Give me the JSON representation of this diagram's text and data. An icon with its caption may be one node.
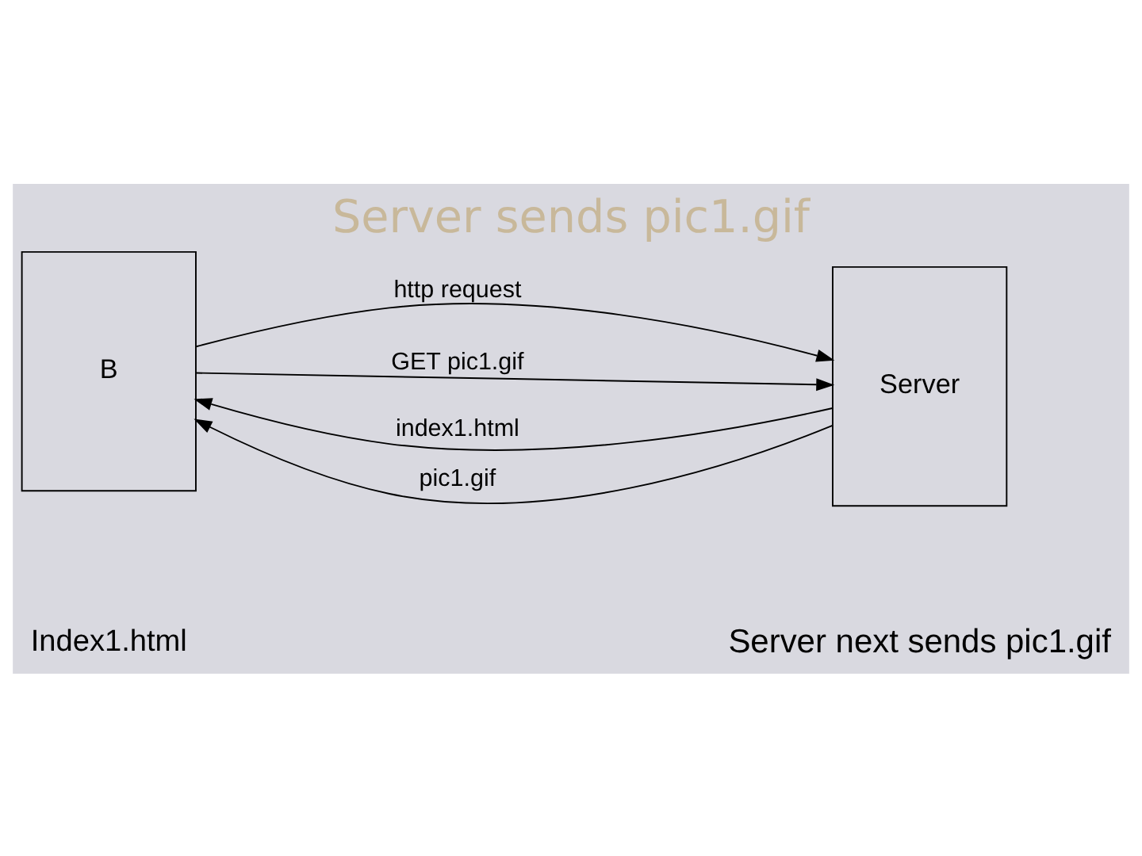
{
  "diagram": {
    "title": "Server sends pic1.gif",
    "nodes": [
      {
        "text": [
          "B"
        ]
      },
      {
        "text": [
          "Server"
        ]
      }
    ],
    "edges": [
      {
        "from": 0,
        "to": 1,
        "arrow": "to",
        "label": "http request"
      },
      {
        "from": 1,
        "to": 0,
        "arrow": "to",
        "label": "index1.html"
      },
      {
        "from": 0,
        "to": 1,
        "arrow": "to",
        "label": "GET pic1.gif"
      },
      {
        "from": 1,
        "to": 0,
        "arrow": "to",
        "label": "pic1.gif"
      }
    ],
    "labels": [
      "Index1.html",
      "Server next sends pic1.gif"
    ]
  }
}
